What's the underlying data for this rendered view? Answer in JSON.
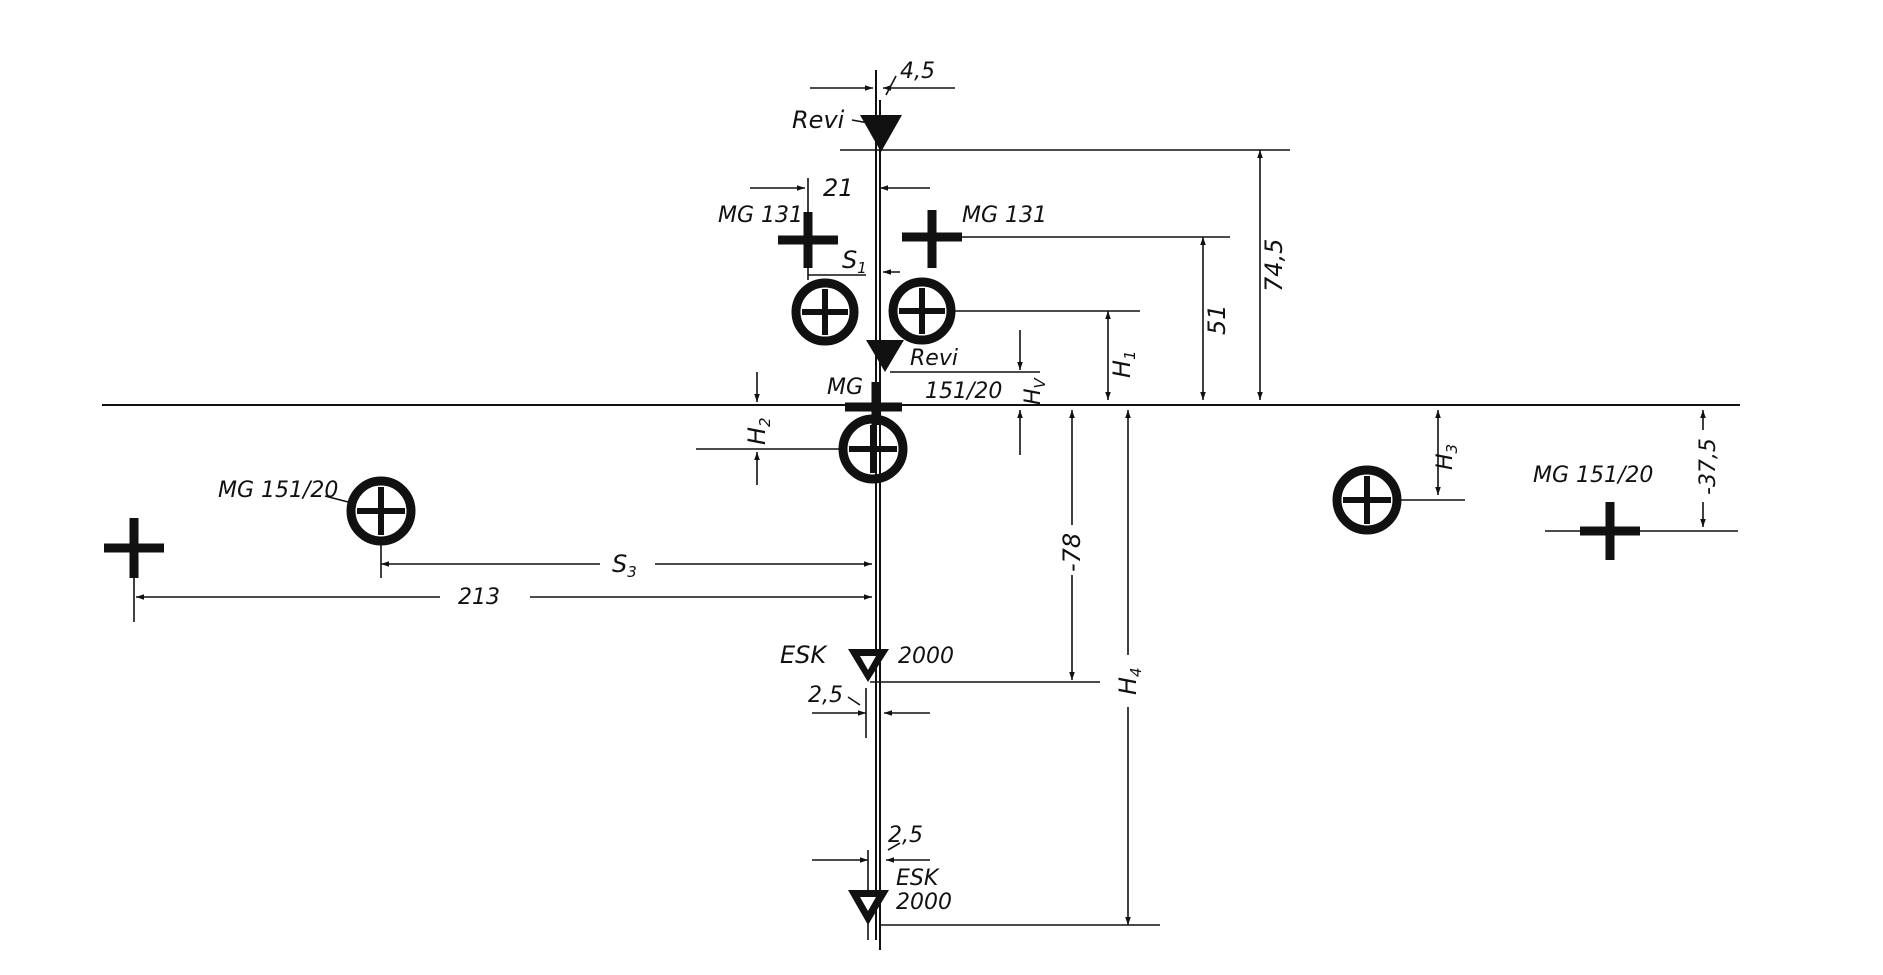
{
  "labels": {
    "dim_top": "4,5",
    "revi_top": "Revi",
    "dim_21": "21",
    "mg131_left": "MG 131",
    "mg131_right": "MG 131",
    "s1": "S",
    "s1_sub": "1",
    "revi_mid": "Revi",
    "mg_center_a": "MG",
    "mg_center_b": "151/20",
    "hv": "H",
    "hv_sub": "V",
    "h1": "H",
    "h1_sub": "1",
    "dim_51": "51",
    "dim_745": "74,5",
    "h2": "H",
    "h2_sub": "2",
    "h3": "H",
    "h3_sub": "3",
    "dim_375": "-37,5",
    "mg151_left": "MG 151/20",
    "mg151_right": "MG 151/20",
    "s3": "S",
    "s3_sub": "3",
    "dim_213": "213",
    "dim_m78": "-78",
    "h4": "H",
    "h4_sub": "4",
    "esk_a": "ESK",
    "esk_a_num": "2000",
    "dim_25a": "2,5",
    "dim_25b": "2,5",
    "esk_b": "ESK",
    "esk_b_num": "2000"
  },
  "icons": {
    "gun_cross": "plus-cross",
    "gun_circle": "circled-plus",
    "sight": "down-triangle"
  }
}
